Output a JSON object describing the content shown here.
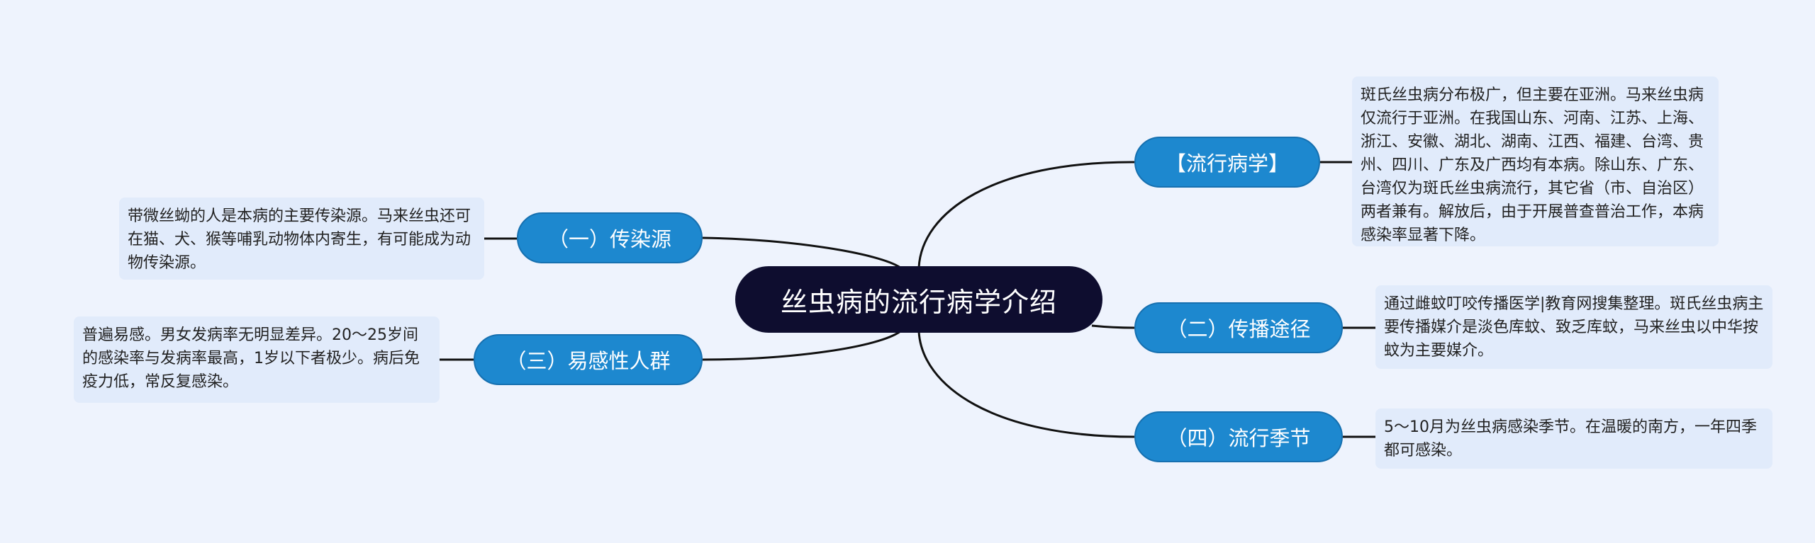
{
  "root": {
    "title": "丝虫病的流行病学介绍"
  },
  "branches": {
    "epidemiology": {
      "label": "【流行病学】",
      "note": "斑氏丝虫病分布极广，但主要在亚洲。马来丝虫病仅流行于亚洲。在我国山东、河南、江苏、上海、浙江、安徽、湖北、湖南、江西、福建、台湾、贵州、四川、广东及广西均有本病。除山东、广东、台湾仅为斑氏丝虫病流行，其它省（市、自治区）两者兼有。解放后，由于开展普查普治工作，本病感染率显著下降。"
    },
    "source": {
      "label": "（一）传染源",
      "note": "带微丝蚴的人是本病的主要传染源。马来丝虫还可在猫、犬、猴等哺乳动物体内寄生，有可能成为动物传染源。"
    },
    "route": {
      "label": "（二）传播途径",
      "note": "通过雌蚊叮咬传播医学|教育网搜集整理。斑氏丝虫病主要传播媒介是淡色库蚊、致乏库蚊，马来丝虫以中华按蚊为主要媒介。"
    },
    "population": {
      "label": "（三）易感性人群",
      "note": "普遍易感。男女发病率无明显差异。20～25岁间的感染率与发病率最高，1岁以下者极少。病后免疫力低，常反复感染。"
    },
    "season": {
      "label": "（四）流行季节",
      "note": "5～10月为丝虫病感染季节。在温暖的南方，一年四季都可感染。"
    }
  },
  "colors": {
    "background": "#eef3fd",
    "root_fill": "#0e0d2f",
    "branch_fill": "#1d88cf",
    "note_fill": "#e1ebfb",
    "connector": "#111111"
  }
}
